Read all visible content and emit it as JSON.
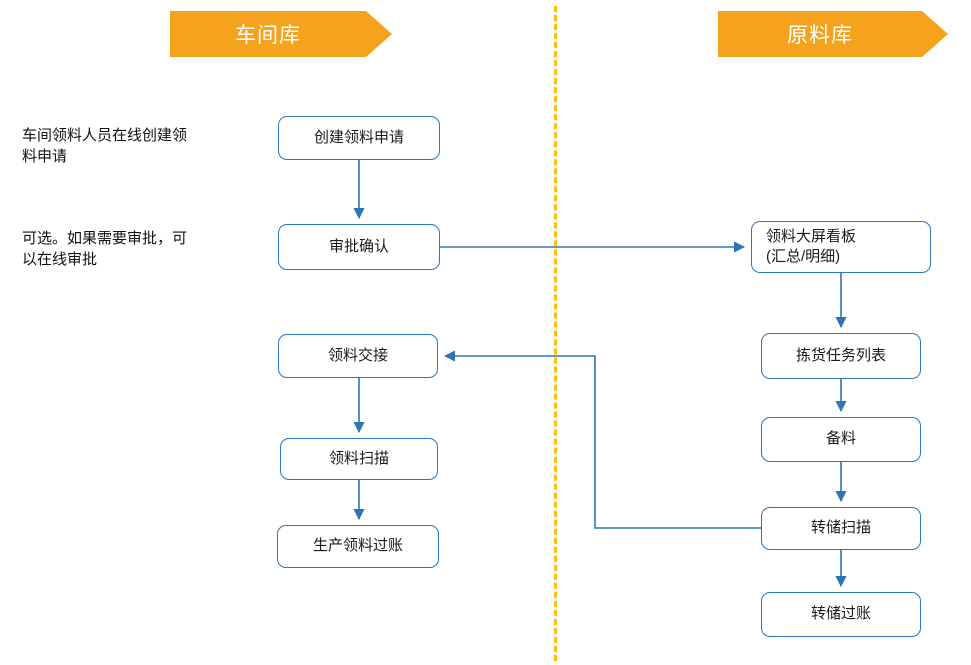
{
  "colors": {
    "banner_orange": "#F5A31D",
    "divider_yellow": "#FFC000",
    "node_border_blue": "#2E75B6",
    "arrow_blue": "#2E75B6",
    "banner_text": "#FFFFFF",
    "node_text": "#1A1A1A"
  },
  "lanes": {
    "left": {
      "label": "车间库"
    },
    "right": {
      "label": "原料库"
    }
  },
  "annotations": [
    {
      "text": "车间领料人员在线创建领\n料申请"
    },
    {
      "text": "可选。如果需要审批，可\n以在线审批"
    }
  ],
  "left_nodes": [
    {
      "label": "创建领料申请"
    },
    {
      "label": "审批确认"
    },
    {
      "label": "领料交接"
    },
    {
      "label": "领料扫描"
    },
    {
      "label": "生产领料过账"
    }
  ],
  "right_nodes": [
    {
      "label": "领料大屏看板\n(汇总/明细)"
    },
    {
      "label": "拣货任务列表"
    },
    {
      "label": "备料"
    },
    {
      "label": "转储扫描"
    },
    {
      "label": "转储过账"
    }
  ]
}
